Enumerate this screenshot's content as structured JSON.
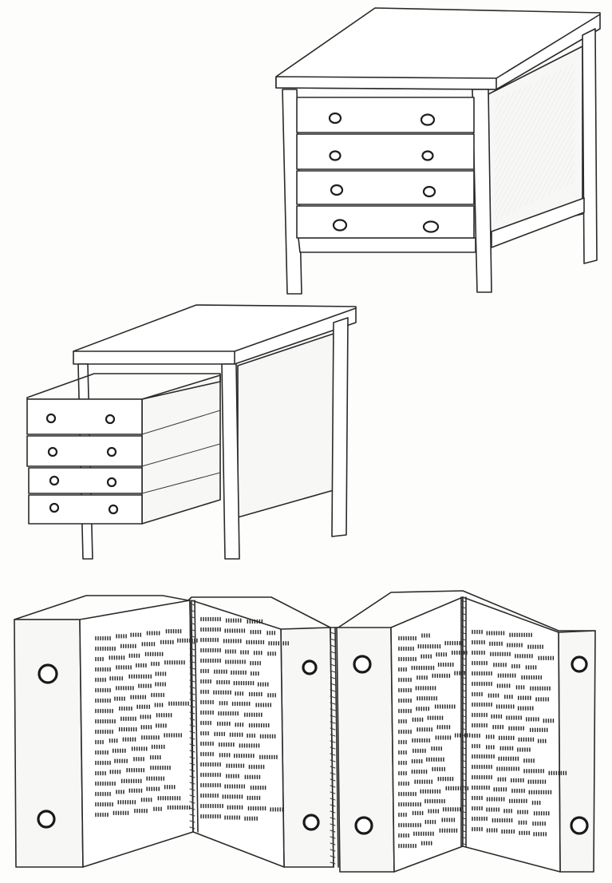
{
  "image": {
    "kind": "pen sketch",
    "ink_color": "#2a2a2a",
    "paper_color": "#fdfdfc",
    "figures": [
      {
        "id": "desk-closed",
        "drawer_count": 4,
        "knob_count": 8
      },
      {
        "id": "desk-drawers-pulled-out",
        "drawer_count": 4,
        "knob_count": 8
      },
      {
        "id": "accordion-folding-book",
        "panel_count": 8,
        "knob_count": 8
      }
    ]
  }
}
